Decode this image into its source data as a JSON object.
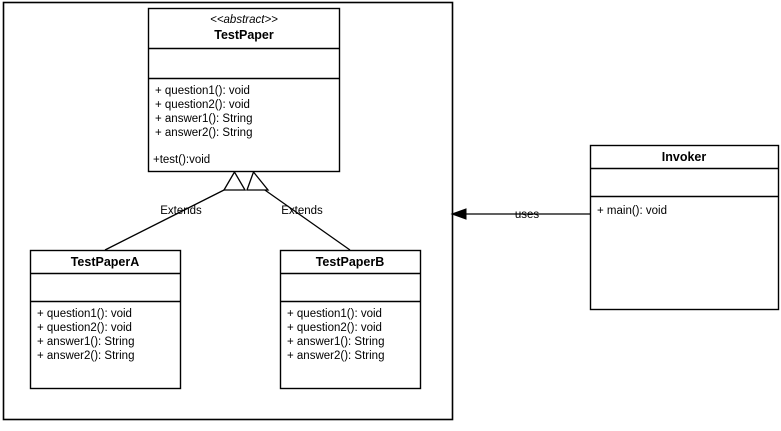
{
  "diagram": {
    "type": "uml-class-diagram",
    "background_color": "#ffffff",
    "line_color": "#000000",
    "package_container": {
      "label": ""
    },
    "classes": [
      {
        "id": "testpaper",
        "stereotype": "<<abstract>>",
        "name": "TestPaper",
        "attributes": [],
        "operations": [
          "+ question1(): void",
          "+ question2(): void",
          "+ answer1(): String",
          "+ answer2(): String",
          "",
          "+test():void"
        ]
      },
      {
        "id": "testpapera",
        "stereotype": "",
        "name": "TestPaperA",
        "attributes": [],
        "operations": [
          "+ question1(): void",
          "+ question2(): void",
          "+ answer1(): String",
          "+ answer2(): String"
        ]
      },
      {
        "id": "testpaperb",
        "stereotype": "",
        "name": "TestPaperB",
        "attributes": [],
        "operations": [
          "+ question1(): void",
          "+ question2(): void",
          "+ answer1(): String",
          "+ answer2(): String"
        ]
      },
      {
        "id": "invoker",
        "stereotype": "",
        "name": "Invoker",
        "attributes": [],
        "operations": [
          "+ main(): void"
        ]
      }
    ],
    "relationships": [
      {
        "id": "extends-a",
        "kind": "generalization",
        "label": "Extends",
        "from": "TestPaperA",
        "to": "TestPaper"
      },
      {
        "id": "extends-b",
        "kind": "generalization",
        "label": "Extends",
        "from": "TestPaperB",
        "to": "TestPaper"
      },
      {
        "id": "uses",
        "kind": "dependency",
        "label": "uses",
        "from": "Invoker",
        "to": "TestPaper"
      }
    ]
  }
}
